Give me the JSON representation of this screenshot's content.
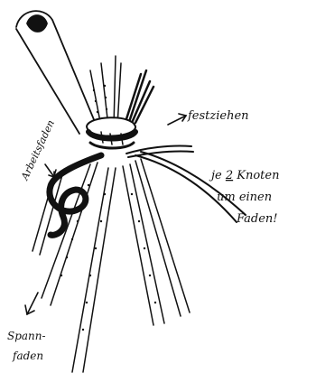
{
  "labels": {
    "arbeitsfaden": "Arbeitsfaden",
    "festziehen": "festziehen",
    "note_line1_pre": "je ",
    "note_line1_num": "2",
    "note_line1_post": " Knoten",
    "note_line2": "um einen",
    "note_line3": "Faden!",
    "spann_line1": "Spann-",
    "spann_line2": "faden"
  },
  "colors": {
    "ink": "#111111",
    "paper": "#ffffff"
  },
  "icons": [
    "finger-drawing",
    "knot-drawing",
    "arrow-icon"
  ]
}
